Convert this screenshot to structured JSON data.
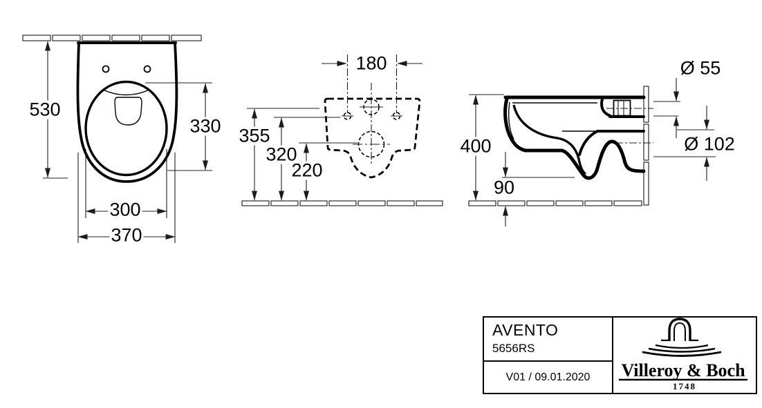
{
  "product": {
    "series": "AVENTO",
    "article_number": "5656RS",
    "version_date": "V01 / 09.01.2020"
  },
  "brand": {
    "name": "Villeroy & Boch",
    "founded_year": "1748",
    "logo_icon": "amphora-over-waves"
  },
  "dimensions": {
    "top_view": {
      "total_depth": "530",
      "bowl_inner_depth": "330",
      "bowl_inner_width": "300",
      "total_width": "370"
    },
    "rear_view": {
      "fixing_hole_spacing": "180",
      "water_inlet_height": "355",
      "fixing_hole_height": "320",
      "outlet_center_height": "220"
    },
    "side_view": {
      "total_height": "400",
      "floor_clearance": "90",
      "water_inlet_diameter": "Ø 55",
      "outlet_diameter": "Ø 102"
    }
  },
  "colors": {
    "line": "#000000",
    "background": "#ffffff"
  }
}
